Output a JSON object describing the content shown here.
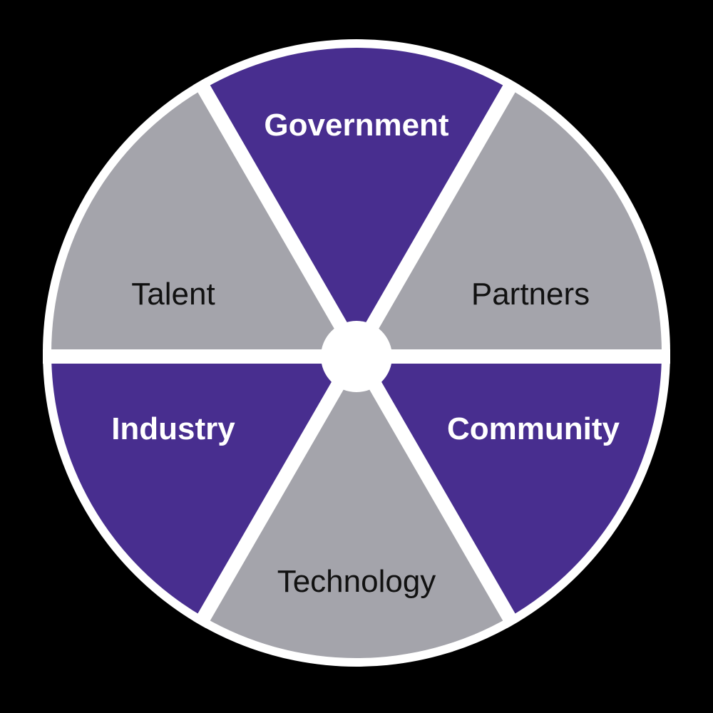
{
  "diagram": {
    "type": "segmented-wheel",
    "colors": {
      "background": "#000000",
      "ring": "#FFFFFF",
      "purple": "#482E8F",
      "gray": "#A4A4AB",
      "separator": "#FFFFFF",
      "hub": "#FFFFFF"
    },
    "segments": [
      {
        "label": "Government",
        "color": "purple",
        "text_style": "bold-white"
      },
      {
        "label": "Partners",
        "color": "gray",
        "text_style": "light-dark"
      },
      {
        "label": "Community",
        "color": "purple",
        "text_style": "bold-white"
      },
      {
        "label": "Technology",
        "color": "gray",
        "text_style": "light-dark"
      },
      {
        "label": "Industry",
        "color": "purple",
        "text_style": "bold-white"
      },
      {
        "label": "Talent",
        "color": "gray",
        "text_style": "light-dark"
      }
    ]
  }
}
